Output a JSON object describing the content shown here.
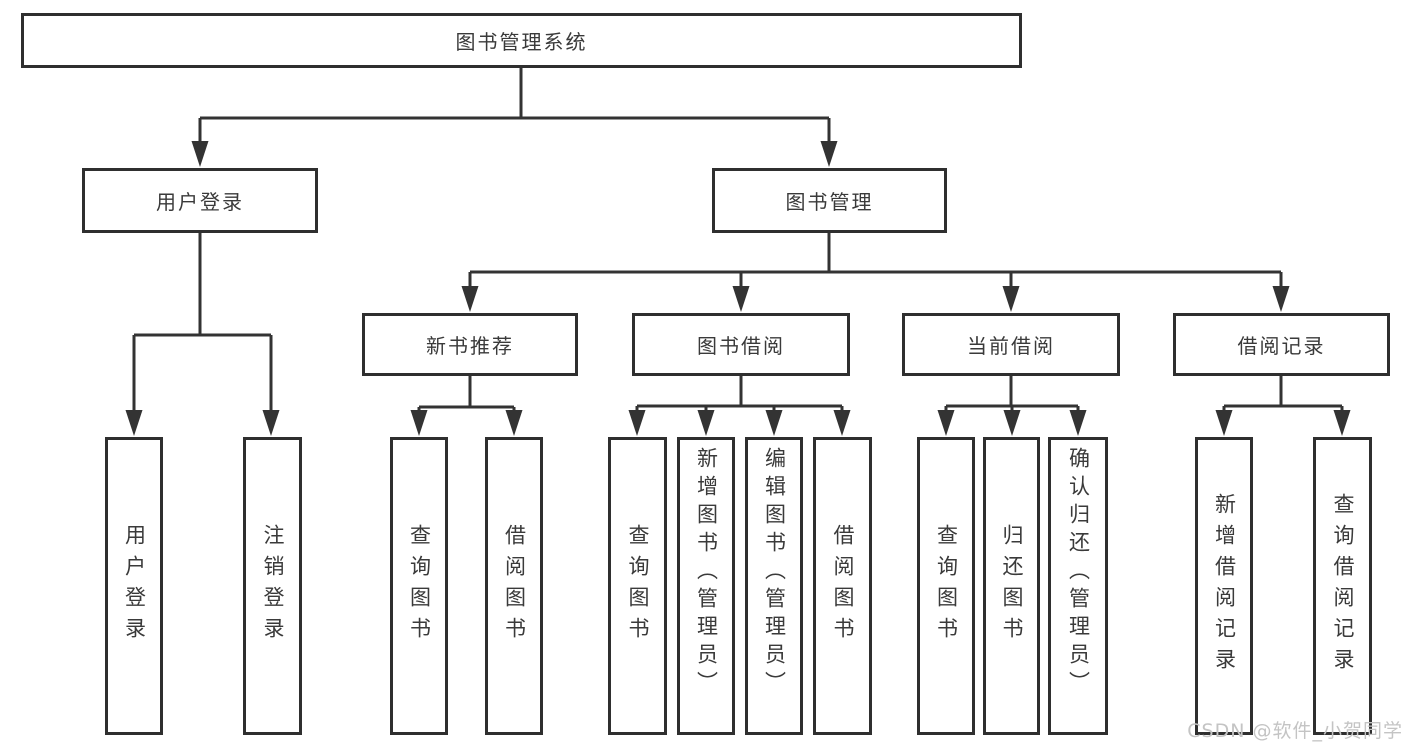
{
  "colors": {
    "line": "#333333",
    "box_border": "#2f2f2f",
    "text": "#3a3a3a",
    "watermark": "#c4c4c4"
  },
  "nodes": {
    "root": {
      "label": "图书管理系统"
    },
    "user_login": {
      "label": "用户登录"
    },
    "book_mgmt": {
      "label": "图书管理"
    },
    "new_book": {
      "label": "新书推荐"
    },
    "book_borrow": {
      "label": "图书借阅"
    },
    "current_borrow": {
      "label": "当前借阅"
    },
    "borrow_records": {
      "label": "借阅记录"
    },
    "leaf_user_login": {
      "label": "用户登录"
    },
    "leaf_logout": {
      "label": "注销登录"
    },
    "leaf_nb_query": {
      "label": "查询图书"
    },
    "leaf_nb_borrow": {
      "label": "借阅图书"
    },
    "leaf_bb_query": {
      "label": "查询图书"
    },
    "leaf_bb_add": {
      "label": "新增图书（管理员）"
    },
    "leaf_bb_edit": {
      "label": "编辑图书（管理员）"
    },
    "leaf_bb_borrow": {
      "label": "借阅图书"
    },
    "leaf_cb_query": {
      "label": "查询图书"
    },
    "leaf_cb_return": {
      "label": "归还图书"
    },
    "leaf_cb_confirm": {
      "label": "确认归还（管理员）"
    },
    "leaf_br_add": {
      "label": "新增借阅记录"
    },
    "leaf_br_query": {
      "label": "查询借阅记录"
    }
  },
  "watermark": {
    "text": "CSDN @软件_小贺同学"
  }
}
